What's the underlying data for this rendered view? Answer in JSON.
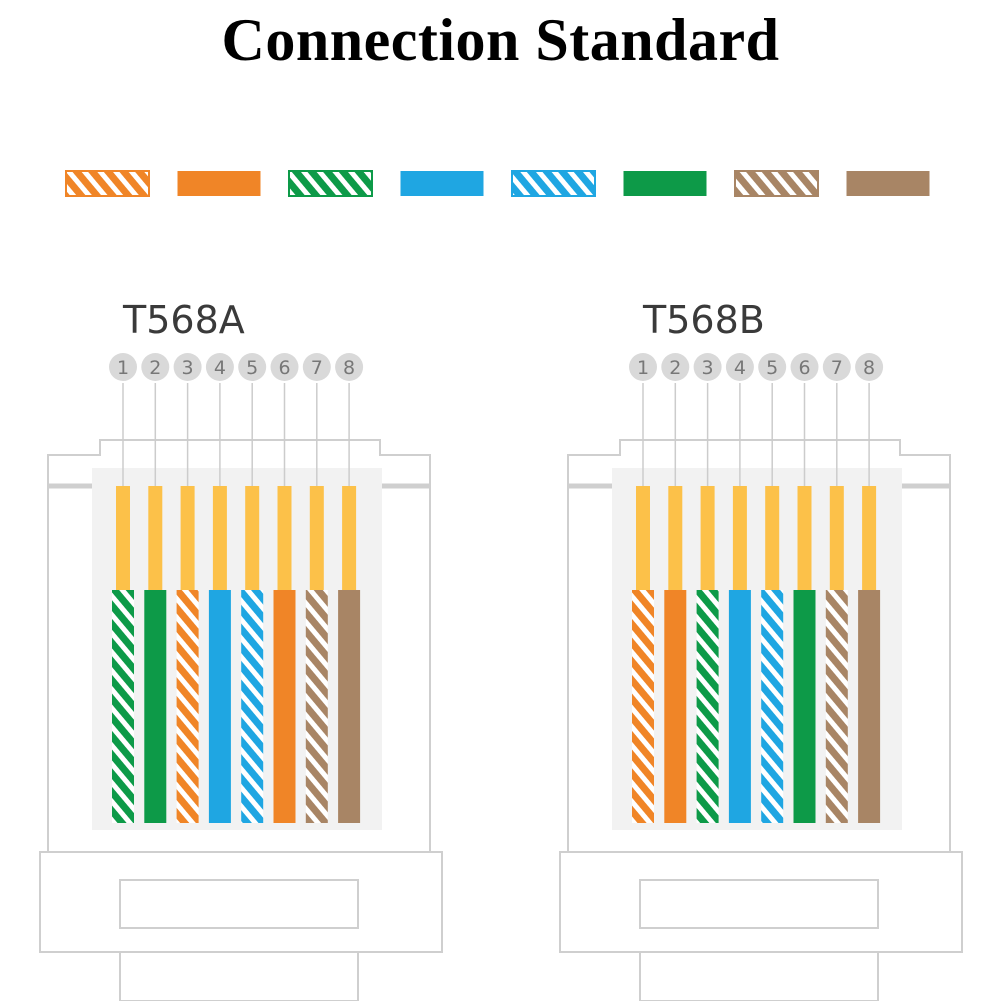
{
  "title": "Connection Standard",
  "colors": {
    "orange": "#f08527",
    "green": "#0d9a48",
    "blue": "#1fa6e2",
    "brown": "#a88565",
    "pin": "#fcc149",
    "pin_badge": "#d9d9d9",
    "outline": "#cfcfcf",
    "inner": "#f2f2f2"
  },
  "legend": [
    {
      "color": "orange",
      "striped": true
    },
    {
      "color": "orange",
      "striped": false
    },
    {
      "color": "green",
      "striped": true
    },
    {
      "color": "blue",
      "striped": false
    },
    {
      "color": "blue",
      "striped": true
    },
    {
      "color": "green",
      "striped": false
    },
    {
      "color": "brown",
      "striped": true
    },
    {
      "color": "brown",
      "striped": false
    }
  ],
  "standards": [
    {
      "name": "T568A",
      "pins": [
        "1",
        "2",
        "3",
        "4",
        "5",
        "6",
        "7",
        "8"
      ],
      "wires": [
        {
          "color": "green",
          "striped": true
        },
        {
          "color": "green",
          "striped": false
        },
        {
          "color": "orange",
          "striped": true
        },
        {
          "color": "blue",
          "striped": false
        },
        {
          "color": "blue",
          "striped": true
        },
        {
          "color": "orange",
          "striped": false
        },
        {
          "color": "brown",
          "striped": true
        },
        {
          "color": "brown",
          "striped": false
        }
      ]
    },
    {
      "name": "T568B",
      "pins": [
        "1",
        "2",
        "3",
        "4",
        "5",
        "6",
        "7",
        "8"
      ],
      "wires": [
        {
          "color": "orange",
          "striped": true
        },
        {
          "color": "orange",
          "striped": false
        },
        {
          "color": "green",
          "striped": true
        },
        {
          "color": "blue",
          "striped": false
        },
        {
          "color": "blue",
          "striped": true
        },
        {
          "color": "green",
          "striped": false
        },
        {
          "color": "brown",
          "striped": true
        },
        {
          "color": "brown",
          "striped": false
        }
      ]
    }
  ]
}
